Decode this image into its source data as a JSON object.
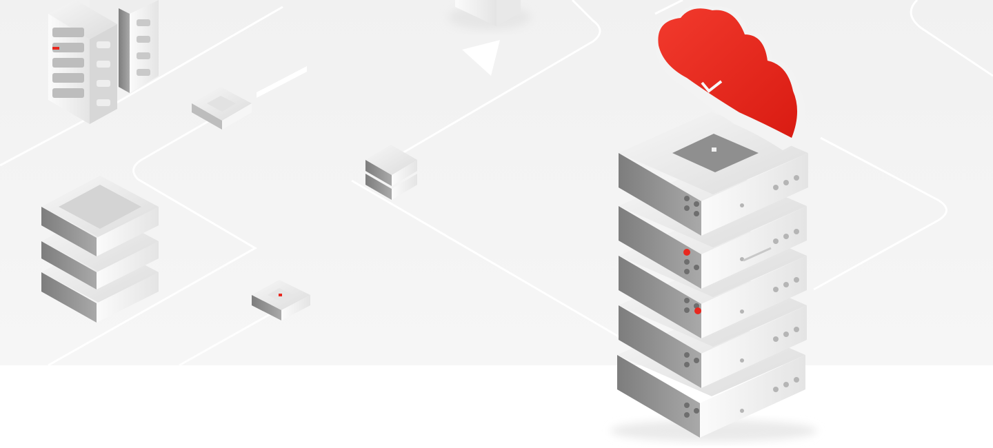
{
  "scene": {
    "colors": {
      "background_band": "#f2f2f2",
      "page": "#ffffff",
      "accent_red": "#e8281f",
      "device_light": "#f4f4f4",
      "device_mid": "#cfcfcf",
      "device_dark": "#8a8a8a"
    },
    "elements": {
      "cloud": "cloud-icon",
      "main_stack": "server-stack",
      "rack": "server-rack",
      "devices": "network-device",
      "cursor": "cursor-arrow"
    }
  }
}
